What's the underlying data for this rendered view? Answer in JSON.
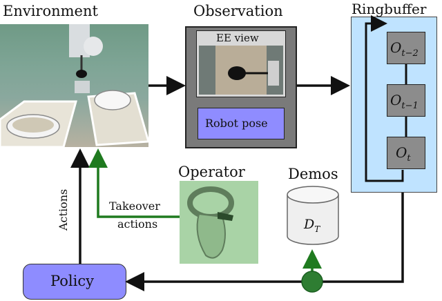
{
  "labels": {
    "environment": "Environment",
    "observation": "Observation",
    "ee_view": "EE view",
    "robot_pose": "Robot pose",
    "ringbuffer": "Ringbuffer",
    "operator": "Operator",
    "demos": "Demos",
    "demos_symbol_base": "D",
    "demos_symbol_sub": "T",
    "policy": "Policy",
    "actions": "Actions",
    "takeover_line1": "Takeover",
    "takeover_line2": "actions"
  },
  "ringbuffer_slots": [
    {
      "base": "O",
      "sub": "t−2"
    },
    {
      "base": "O",
      "sub": "t−1"
    },
    {
      "base": "O",
      "sub": "t"
    }
  ],
  "colors": {
    "arrow_black": "#111111",
    "arrow_green": "#1f7a1f",
    "junction_green": "#2e7d32",
    "robot_pose_fill": "#8f8cff",
    "policy_fill": "#8e8cff",
    "ringbuffer_fill": "#bfe3ff",
    "slot_fill": "#8c8c8c",
    "observation_fill": "#7a7a7a",
    "operator_fill": "#a9d3a6"
  }
}
